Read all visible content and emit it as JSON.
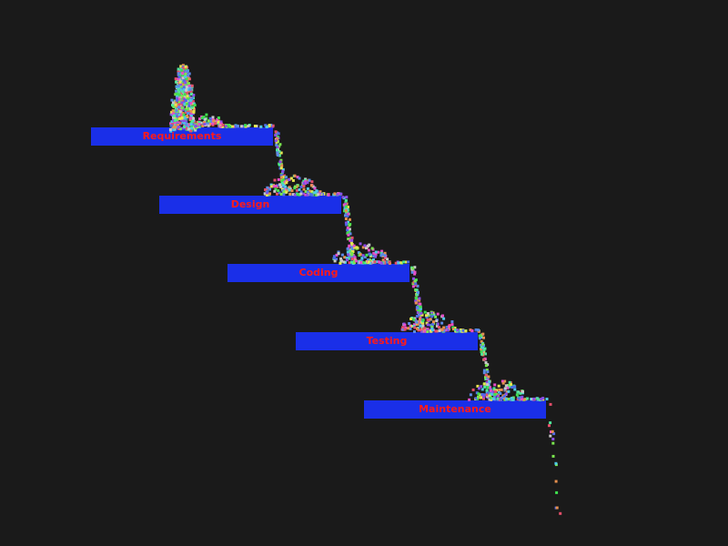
{
  "steps": [
    {
      "label": "Requirements",
      "color": "#1a2fe8"
    },
    {
      "label": "Design",
      "color": "#1a2fe8"
    },
    {
      "label": "Coding",
      "color": "#1a2fe8"
    },
    {
      "label": "Testing",
      "color": "#1a2fe8"
    },
    {
      "label": "Maintenance",
      "color": "#1a2fe8"
    }
  ],
  "colors": {
    "background": "#1a1a1a",
    "step_fill": "#1a2fe8",
    "step_text": "#ff1a1a"
  }
}
